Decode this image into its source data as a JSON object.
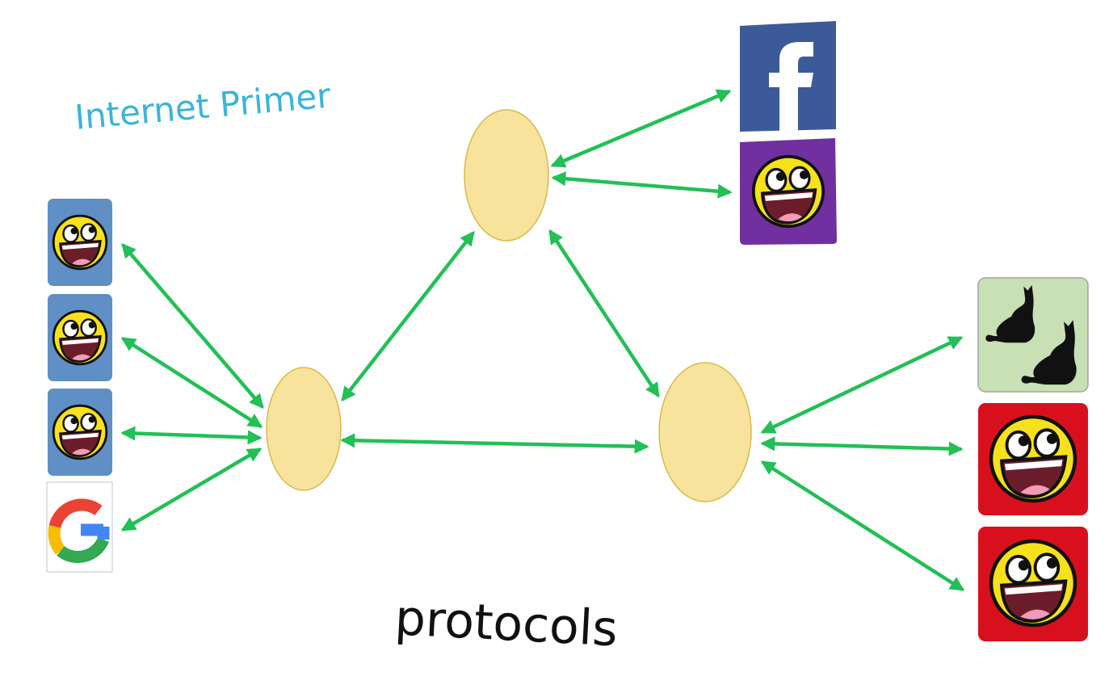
{
  "slide": {
    "title": "Internet Primer",
    "caption": "protocols"
  },
  "colors": {
    "background": "#ffffff",
    "title": "#3ab5d8",
    "arrow": "#22c055",
    "router_fill": "#f8e39c",
    "router_stroke": "#d9b94a",
    "client_tile": "#5f8fc4",
    "facebook": "#3d5a98",
    "purple_tile": "#7030a0",
    "red_tile": "#d8101e",
    "cats_tile": "#c8e0b4",
    "smiley": "#f6e11a"
  },
  "icons": {
    "clients": [
      "awesome-face-icon",
      "awesome-face-icon",
      "awesome-face-icon",
      "google-icon"
    ],
    "top_servers": [
      "facebook-icon",
      "awesome-face-icon"
    ],
    "right_servers": [
      "cats-icon",
      "awesome-face-icon",
      "awesome-face-icon"
    ],
    "routers": [
      "router-top",
      "router-left",
      "router-right"
    ]
  }
}
